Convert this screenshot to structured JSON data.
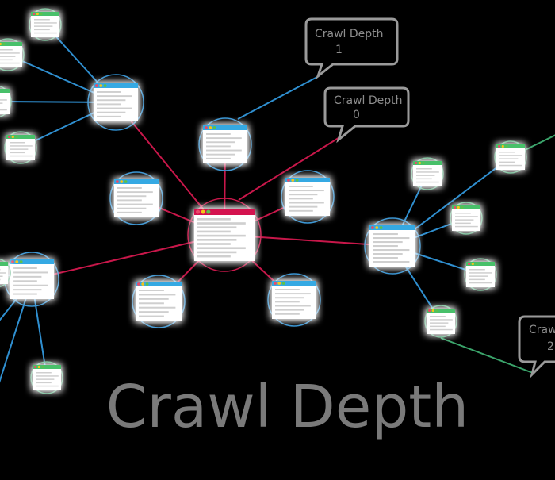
{
  "diagram": {
    "title": "Crawl Depth",
    "colors": {
      "background": "#000000",
      "root_edge": "#c8174a",
      "depth1_edge": "#2f8fd0",
      "depth2_edge": "#3aa36a",
      "root_header": "#d4134f",
      "depth1_header": "#35a9e3",
      "depth2_header": "#48c06a",
      "bubble_stroke": "#9a9a9a",
      "bubble_text": "#8d8d8d"
    },
    "labels": [
      {
        "name": "depth-label-1",
        "line1": "Crawl Depth",
        "line2": "1"
      },
      {
        "name": "depth-label-0",
        "line1": "Crawl Depth",
        "line2": "0"
      },
      {
        "name": "depth-label-2",
        "line1": "Craw",
        "line2": "2"
      }
    ]
  }
}
